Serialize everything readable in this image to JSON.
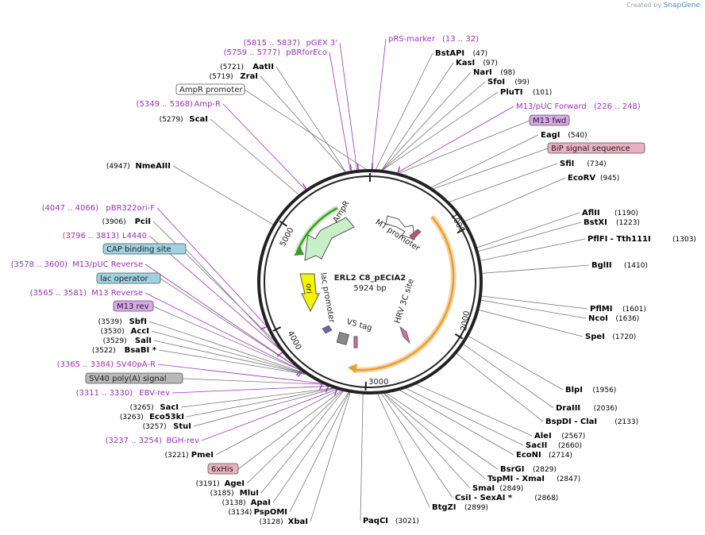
{
  "brand": {
    "prefix": "Created by",
    "name": "SnapGene"
  },
  "plasmid": {
    "name": "ERL2 C8_pECIA2",
    "length_label": "5924 bp",
    "length": 5924
  },
  "ticks": [
    "1000",
    "2000",
    "3000",
    "4000",
    "5000"
  ],
  "colors": {
    "enzyme": "#000000",
    "primer": "#a030c0",
    "line": "#777777",
    "primer_line": "#a030c0",
    "ampr": "#c8f0c8",
    "ori": "#f5f500",
    "hrv_arc": "#e8a030",
    "green_arc": "#3a9a30",
    "box_grey": "#b8b8b8",
    "box_teal": "#9fd2e0",
    "box_purple": "#d8a8e8",
    "box_pink": "#e8b0c0"
  },
  "inner_features": [
    {
      "label": "AmpR",
      "kind": "arrow-ampr"
    },
    {
      "label": "MT promoter",
      "kind": "arrow-white"
    },
    {
      "label": "ori",
      "kind": "arrow-ori"
    },
    {
      "label": "lac promoter",
      "kind": "small"
    },
    {
      "label": "V5 tag",
      "kind": "small"
    },
    {
      "label": "HRV 3C site",
      "kind": "small"
    }
  ],
  "left_labels": [
    {
      "pos": "(5815 .. 5837)",
      "name": "pGEX 3'",
      "type": "primer"
    },
    {
      "pos": "(5759 .. 5777)",
      "name": "pBRforEco",
      "type": "primer"
    },
    {
      "pos": "(5721)",
      "name": "AatII",
      "type": "enzyme"
    },
    {
      "pos": "(5719)",
      "name": "ZraI",
      "type": "enzyme"
    },
    {
      "pos": "",
      "name": "AmpR promoter",
      "type": "box-white"
    },
    {
      "pos": "(5349 .. 5368)",
      "name": "Amp-R",
      "type": "primer"
    },
    {
      "pos": "(5279)",
      "name": "ScaI",
      "type": "enzyme"
    },
    {
      "pos": "(4947)",
      "name": "NmeAIII",
      "type": "enzyme"
    },
    {
      "pos": "(4047 .. 4066)",
      "name": "pBR322ori-F",
      "type": "primer"
    },
    {
      "pos": "(3906)",
      "name": "PciI",
      "type": "enzyme"
    },
    {
      "pos": "(3796 .. 3813)",
      "name": "L4440",
      "type": "primer"
    },
    {
      "pos": "",
      "name": "CAP binding site",
      "type": "box-teal"
    },
    {
      "pos": "(3578 .. 3600)",
      "name": "M13/pUC Reverse",
      "type": "primer"
    },
    {
      "pos": "",
      "name": "lac operator",
      "type": "box-teal"
    },
    {
      "pos": "(3565 .. 3581)",
      "name": "M13 Reverse",
      "type": "primer"
    },
    {
      "pos": "",
      "name": "M13 rev",
      "type": "box-purple"
    },
    {
      "pos": "(3539)",
      "name": "SbfI",
      "type": "enzyme"
    },
    {
      "pos": "(3530)",
      "name": "AccI",
      "type": "enzyme"
    },
    {
      "pos": "(3529)",
      "name": "SalI",
      "type": "enzyme"
    },
    {
      "pos": "(3522)",
      "name": "BsaBI *",
      "type": "enzyme"
    },
    {
      "pos": "(3365 .. 3384)",
      "name": "SV40pA-R",
      "type": "primer"
    },
    {
      "pos": "",
      "name": "SV40 poly(A) signal",
      "type": "box-grey"
    },
    {
      "pos": "(3311 .. 3330)",
      "name": "EBV-rev",
      "type": "primer"
    },
    {
      "pos": "(3265)",
      "name": "SacI",
      "type": "enzyme"
    },
    {
      "pos": "(3263)",
      "name": "Eco53kI",
      "type": "enzyme"
    },
    {
      "pos": "(3257)",
      "name": "StuI",
      "type": "enzyme"
    },
    {
      "pos": "(3237 .. 3254)",
      "name": "BGH-rev",
      "type": "primer"
    },
    {
      "pos": "(3221)",
      "name": "PmeI",
      "type": "enzyme"
    },
    {
      "pos": "",
      "name": "6xHis",
      "type": "box-pink"
    },
    {
      "pos": "(3191)",
      "name": "AgeI",
      "type": "enzyme"
    },
    {
      "pos": "(3185)",
      "name": "MluI",
      "type": "enzyme"
    },
    {
      "pos": "(3138)",
      "name": "ApaI",
      "type": "enzyme"
    },
    {
      "pos": "(3134)",
      "name": "PspOMI",
      "type": "enzyme"
    },
    {
      "pos": "(3128)",
      "name": "XbaI",
      "type": "enzyme"
    }
  ],
  "right_labels": [
    {
      "name": "pRS-marker",
      "pos": "(13 .. 32)",
      "type": "primer"
    },
    {
      "name": "BstAPI",
      "pos": "(47)",
      "type": "enzyme"
    },
    {
      "name": "KasI",
      "pos": "(97)",
      "type": "enzyme"
    },
    {
      "name": "NarI",
      "pos": "(98)",
      "type": "enzyme"
    },
    {
      "name": "SfoI",
      "pos": "(99)",
      "type": "enzyme"
    },
    {
      "name": "PluTI",
      "pos": "(101)",
      "type": "enzyme"
    },
    {
      "name": "M13/pUC Forward",
      "pos": "(226 .. 248)",
      "type": "primer"
    },
    {
      "name": "M13 fwd",
      "pos": "",
      "type": "box-purple"
    },
    {
      "name": "EagI",
      "pos": "(540)",
      "type": "enzyme"
    },
    {
      "name": "BiP signal sequence",
      "pos": "",
      "type": "box-pink"
    },
    {
      "name": "SfiI",
      "pos": "(734)",
      "type": "enzyme"
    },
    {
      "name": "EcoRV",
      "pos": "(945)",
      "type": "enzyme"
    },
    {
      "name": "AflII",
      "pos": "(1190)",
      "type": "enzyme"
    },
    {
      "name": "BstXI",
      "pos": "(1223)",
      "type": "enzyme"
    },
    {
      "name": "PflFI - Tth111I",
      "pos": "(1303)",
      "type": "enzyme"
    },
    {
      "name": "BglII",
      "pos": "(1410)",
      "type": "enzyme"
    },
    {
      "name": "PflMI",
      "pos": "(1601)",
      "type": "enzyme"
    },
    {
      "name": "NcoI",
      "pos": "(1636)",
      "type": "enzyme"
    },
    {
      "name": "SpeI",
      "pos": "(1720)",
      "type": "enzyme"
    },
    {
      "name": "BlpI",
      "pos": "(1956)",
      "type": "enzyme"
    },
    {
      "name": "DraIII",
      "pos": "(2036)",
      "type": "enzyme"
    },
    {
      "name": "BspDI - ClaI",
      "pos": "(2133)",
      "type": "enzyme"
    },
    {
      "name": "AleI",
      "pos": "(2567)",
      "type": "enzyme"
    },
    {
      "name": "SacII",
      "pos": "(2660)",
      "type": "enzyme"
    },
    {
      "name": "EcoNI",
      "pos": "(2714)",
      "type": "enzyme"
    },
    {
      "name": "BsrGI",
      "pos": "(2829)",
      "type": "enzyme"
    },
    {
      "name": "TspMI - XmaI",
      "pos": "(2847)",
      "type": "enzyme"
    },
    {
      "name": "SmaI",
      "pos": "(2849)",
      "type": "enzyme"
    },
    {
      "name": "CsiI - SexAI *",
      "pos": "(2868)",
      "type": "enzyme"
    },
    {
      "name": "BtgZI",
      "pos": "(2899)",
      "type": "enzyme"
    },
    {
      "name": "PaqCI",
      "pos": "(3021)",
      "type": "enzyme"
    }
  ]
}
